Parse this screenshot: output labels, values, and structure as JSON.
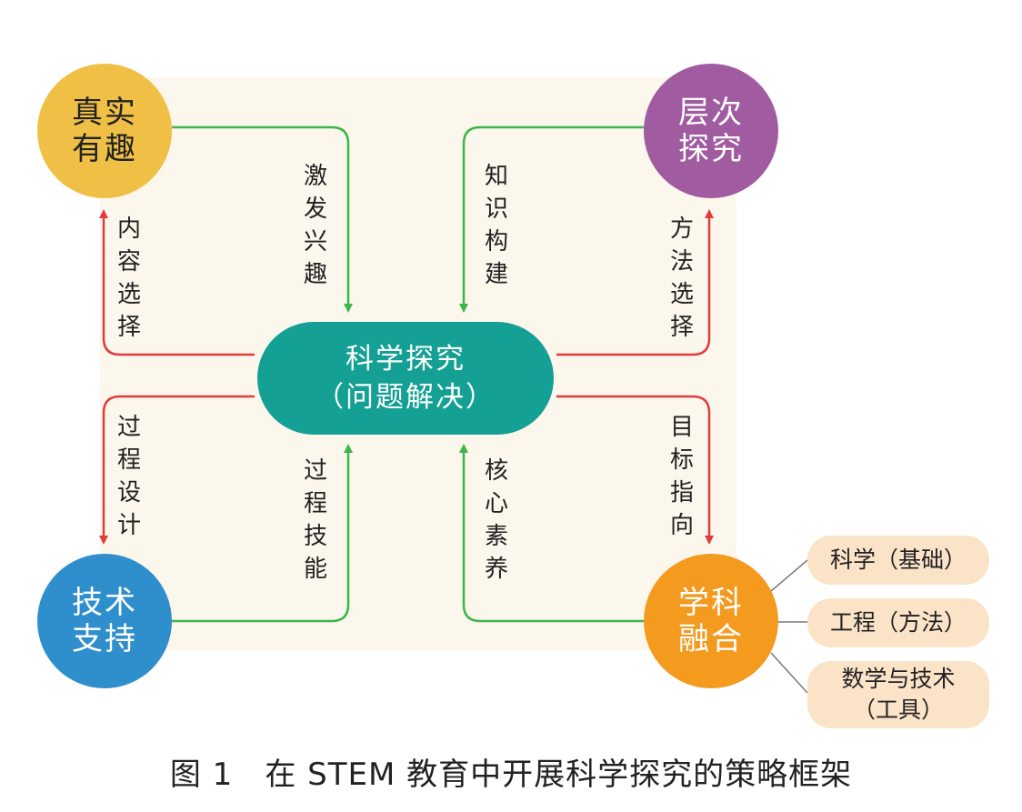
{
  "nodes": {
    "real_fun": {
      "lines": [
        "真实",
        "有趣"
      ],
      "color": "#efc045"
    },
    "level_inquiry": {
      "lines": [
        "层次",
        "探究"
      ],
      "color": "#a05ba1"
    },
    "tech_support": {
      "lines": [
        "技术",
        "支持"
      ],
      "color": "#2f8fcd"
    },
    "discipline_integration": {
      "lines": [
        "学科",
        "融合"
      ],
      "color": "#f39a1f"
    },
    "center": {
      "lines": [
        "科学探究",
        "（问题解决）"
      ],
      "color": "#14a094"
    }
  },
  "edge_labels": {
    "stimulate_interest": "激发兴趣",
    "content_selection": "内容选择",
    "knowledge_construction": "知识构建",
    "method_selection": "方法选择",
    "process_design": "过程设计",
    "process_skills": "过程技能",
    "core_literacy": "核心素养",
    "goal_orientation": "目标指向"
  },
  "sub_items": {
    "science": [
      "科学（基础）"
    ],
    "engineering": [
      "工程（方法）"
    ],
    "math_tech": [
      "数学与技术",
      "（工具）"
    ]
  },
  "colors": {
    "green_arrow": "#3cb54a",
    "red_arrow": "#e23b3b",
    "sub_box_bg": "#fbe3c8",
    "panel_bg": "#fbf7ec"
  },
  "caption": "图 1　在 STEM 教育中开展科学探究的策略框架"
}
